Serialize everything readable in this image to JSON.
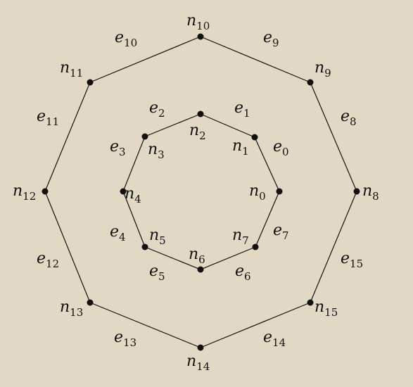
{
  "colors": {
    "background": "#e1d9c3",
    "ink": "#111111"
  },
  "graph": {
    "node_prefix": "n",
    "edge_prefix": "e",
    "nodes": [
      {
        "label": "n",
        "index": "0"
      },
      {
        "label": "n",
        "index": "1"
      },
      {
        "label": "n",
        "index": "2"
      },
      {
        "label": "n",
        "index": "3"
      },
      {
        "label": "n",
        "index": "4"
      },
      {
        "label": "n",
        "index": "5"
      },
      {
        "label": "n",
        "index": "6"
      },
      {
        "label": "n",
        "index": "7"
      },
      {
        "label": "n",
        "index": "8"
      },
      {
        "label": "n",
        "index": "9"
      },
      {
        "label": "n",
        "index": "10"
      },
      {
        "label": "n",
        "index": "11"
      },
      {
        "label": "n",
        "index": "12"
      },
      {
        "label": "n",
        "index": "13"
      },
      {
        "label": "n",
        "index": "14"
      },
      {
        "label": "n",
        "index": "15"
      }
    ],
    "edges": [
      {
        "label": "e",
        "index": "0",
        "from": 0,
        "to": 1
      },
      {
        "label": "e",
        "index": "1",
        "from": 1,
        "to": 2
      },
      {
        "label": "e",
        "index": "2",
        "from": 2,
        "to": 3
      },
      {
        "label": "e",
        "index": "3",
        "from": 3,
        "to": 4
      },
      {
        "label": "e",
        "index": "4",
        "from": 4,
        "to": 5
      },
      {
        "label": "e",
        "index": "5",
        "from": 5,
        "to": 6
      },
      {
        "label": "e",
        "index": "6",
        "from": 6,
        "to": 7
      },
      {
        "label": "e",
        "index": "7",
        "from": 7,
        "to": 0
      },
      {
        "label": "e",
        "index": "8",
        "from": 8,
        "to": 9
      },
      {
        "label": "e",
        "index": "9",
        "from": 9,
        "to": 10
      },
      {
        "label": "e",
        "index": "10",
        "from": 10,
        "to": 11
      },
      {
        "label": "e",
        "index": "11",
        "from": 11,
        "to": 12
      },
      {
        "label": "e",
        "index": "12",
        "from": 12,
        "to": 13
      },
      {
        "label": "e",
        "index": "13",
        "from": 13,
        "to": 14
      },
      {
        "label": "e",
        "index": "14",
        "from": 14,
        "to": 15
      },
      {
        "label": "e",
        "index": "15",
        "from": 15,
        "to": 8
      }
    ]
  }
}
